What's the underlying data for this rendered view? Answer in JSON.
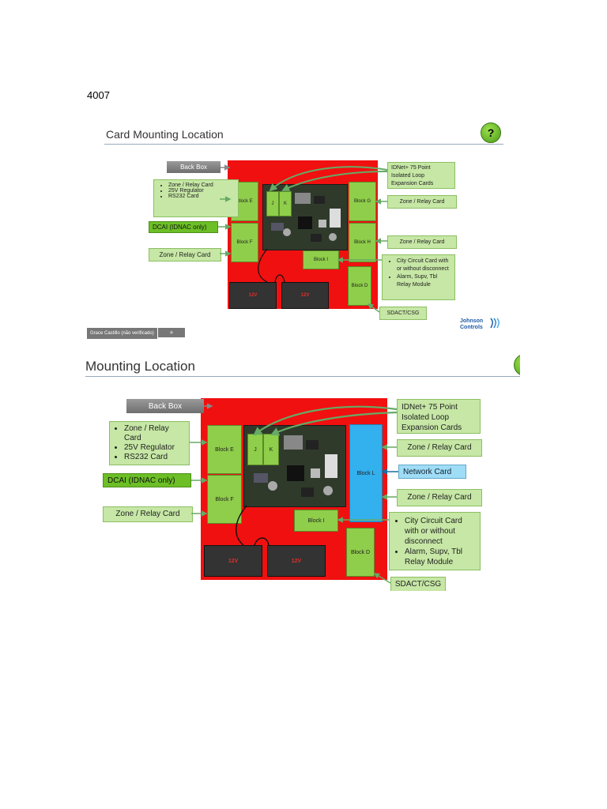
{
  "page_header": "4007",
  "slide1": {
    "title": "Card Mounting Location",
    "help": "?",
    "back_box": "Back Box",
    "left_list": [
      "Zone / Relay Card",
      "25V Regulator",
      "RS232 Card"
    ],
    "dcai": "DCAI (IDNAC only)",
    "zone_relay_left": "Zone / Relay Card",
    "idnet": "IDNet+ 75 Point Isolated Loop Expansion Cards",
    "zone_relay_g": "Zone / Relay Card",
    "zone_relay_h": "Zone / Relay Card",
    "city_list": [
      "City Circuit Card with or without disconnect",
      "Alarm, Supv, Tbl Relay Module"
    ],
    "sdact": "SDACT/CSG",
    "blocks": {
      "e": "Block E",
      "f": "Block F",
      "g": "Block G",
      "h": "Block H",
      "i": "Block I",
      "d": "Block D",
      "j": "J",
      "k": "K"
    },
    "battery": "12V",
    "taskbar": "Grace Castillo (não verificado)",
    "taskbar_plus": "+",
    "logo_line1": "Johnson",
    "logo_line2": "Controls"
  },
  "slide2": {
    "title": "Mounting Location",
    "back_box": "Back Box",
    "left_list": [
      "Zone / Relay Card",
      "25V Regulator",
      "RS232 Card"
    ],
    "dcai": "DCAI (IDNAC only)",
    "zone_relay_left": "Zone / Relay Card",
    "idnet": "IDNet+ 75 Point Isolated Loop Expansion Cards",
    "zone_relay_top": "Zone / Relay Card",
    "network_card": "Network Card",
    "zone_relay_bottom": "Zone / Relay Card",
    "city_list": [
      "City Circuit Card with or without disconnect",
      "Alarm, Supv, Tbl Relay Module"
    ],
    "sdact": "SDACT/CSG",
    "blocks": {
      "e": "Block E",
      "f": "Block F",
      "l": "Block L",
      "i": "Block I",
      "d": "Block D",
      "j": "J",
      "k": "K"
    },
    "battery": "12V"
  },
  "colors": {
    "board": "#f01010",
    "block": "#8fce4a",
    "callout": "#c6e7a5",
    "network_block": "#33b0ee"
  }
}
